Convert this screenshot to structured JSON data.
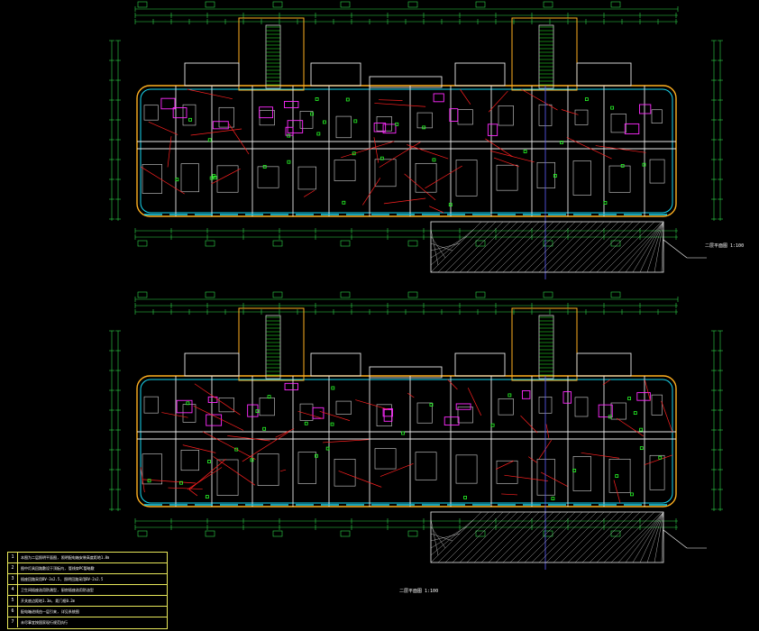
{
  "colors": {
    "background": "#000000",
    "dimension": "#2fd84a",
    "wall": "#e8e8e8",
    "window": "#19d6ef",
    "wiring": "#ff2020",
    "fixture": "#ff2bff",
    "furniture": "#d2d2d2",
    "axis": "#6060ff",
    "tag": "#28ff28",
    "note": "#ffffff",
    "legend_border": "#e8e85a",
    "wall_outline": "#ffb020"
  },
  "plans": [
    {
      "name": "upper-floor-plan",
      "caption": "二层平面图",
      "scale": "1:100"
    },
    {
      "name": "lower-floor-plan",
      "caption": "二层平面图",
      "scale": "1:100"
    }
  ],
  "legend": {
    "rows": [
      {
        "num": "1",
        "text": "本图为二层照明平面图, 照明配电箱安装高度距地1.8m"
      },
      {
        "num": "2",
        "text": "图中灯具回路敷设于顶板内, 管线穿PC管暗敷"
      },
      {
        "num": "3",
        "text": "插座回路采用BV-3x2.5, 照明回路采用BV-2x2.5"
      },
      {
        "num": "4",
        "text": "卫生间插座选用防溅型, 厨房插座选用防油型"
      },
      {
        "num": "5",
        "text": "开关底边距地1.3m, 距门框0.2m"
      },
      {
        "num": "6",
        "text": "配电箱进线由一层引来, 详见系统图"
      },
      {
        "num": "7",
        "text": "未尽事宜按国家现行规范执行"
      }
    ]
  },
  "icons": [
    "north-arrow-icon"
  ]
}
